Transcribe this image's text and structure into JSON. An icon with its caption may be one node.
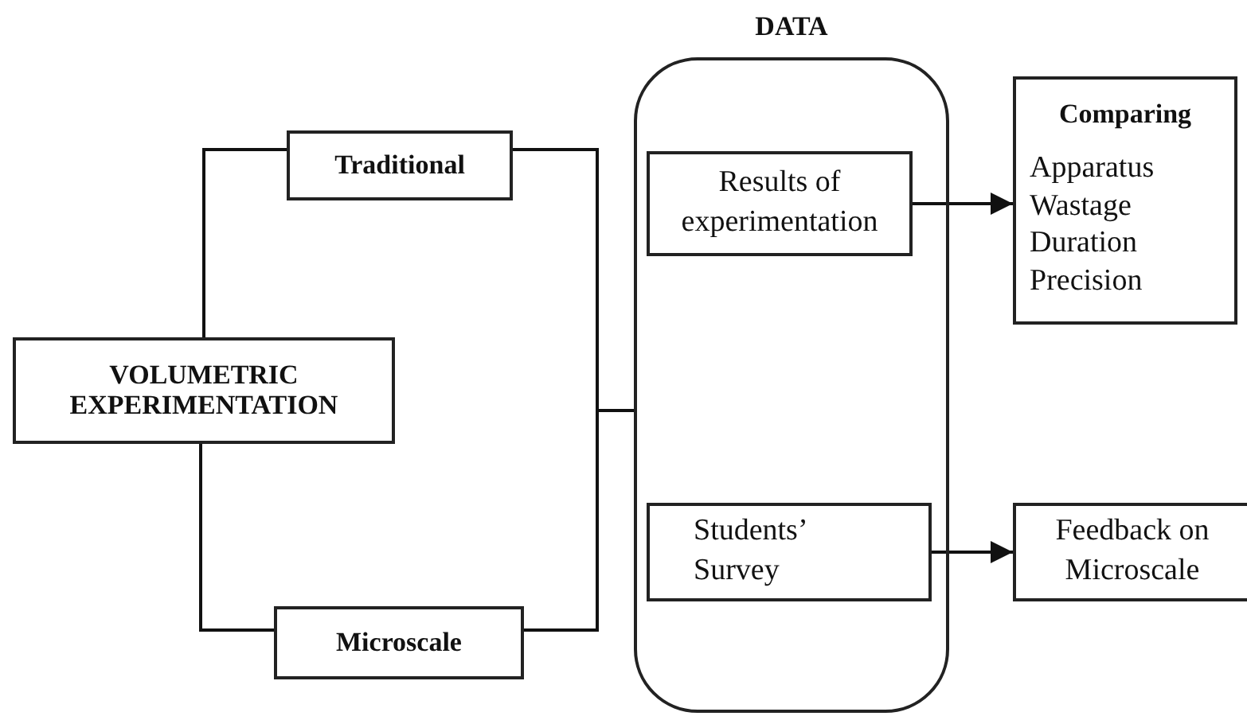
{
  "diagram": {
    "nodes": [
      {
        "text": [
          "VOLUMETRIC EXPERIMENTATION"
        ]
      },
      {
        "text": [
          "Traditional"
        ]
      },
      {
        "text": [
          "Microscale"
        ]
      },
      {
        "text": [
          "DATA"
        ]
      },
      {
        "text": [
          "Results of experimentation"
        ],
        "in": 3
      },
      {
        "text": [
          "Students’ Survey"
        ],
        "in": 3
      },
      {
        "text": [
          "Comparing",
          "Apparatus Wastage Duration Precision"
        ]
      },
      {
        "text": [
          "Feedback on Microscale"
        ]
      }
    ],
    "edges": [
      {
        "from": 0,
        "to": 1,
        "arrow": "none"
      },
      {
        "from": 0,
        "to": 2,
        "arrow": "none"
      },
      {
        "from": 1,
        "to": 3,
        "arrow": "none"
      },
      {
        "from": 2,
        "to": 3,
        "arrow": "none"
      },
      {
        "from": 4,
        "to": 6,
        "arrow": "to"
      },
      {
        "from": 5,
        "to": 7,
        "arrow": "to"
      }
    ]
  }
}
